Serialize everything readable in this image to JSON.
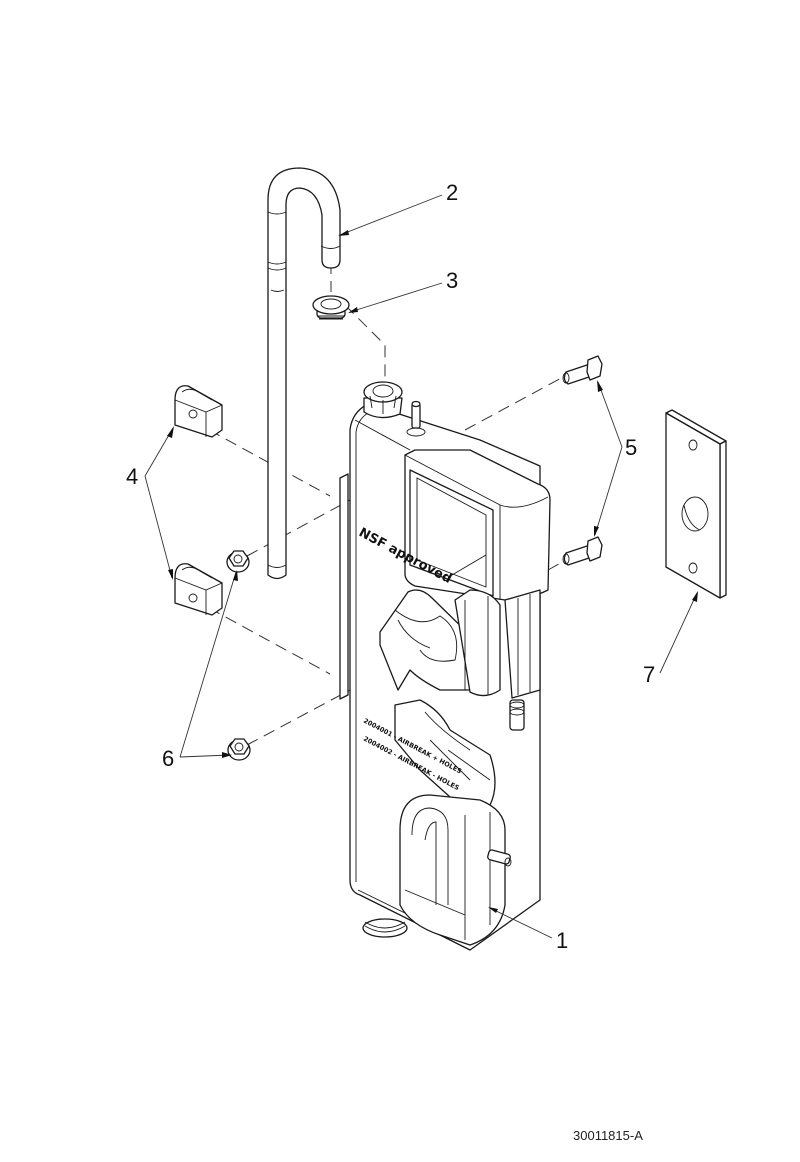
{
  "drawing": {
    "type": "exploded-parts-diagram",
    "document_number": "30011815-A",
    "embossed_text": {
      "certification": "NSF approved",
      "line_1": "2004001 - AIRBREAK + HOLES",
      "line_2": "2004002 - AIRBREAK - HOLES"
    },
    "callouts": [
      {
        "id": "1",
        "label": "1",
        "part": "airbreak-body"
      },
      {
        "id": "2",
        "label": "2",
        "part": "drain-tube"
      },
      {
        "id": "3",
        "label": "3",
        "part": "grommet"
      },
      {
        "id": "4",
        "label": "4",
        "part": "tube-clamp"
      },
      {
        "id": "5",
        "label": "5",
        "part": "screw"
      },
      {
        "id": "6",
        "label": "6",
        "part": "flange-nut"
      },
      {
        "id": "7",
        "label": "7",
        "part": "mounting-plate"
      }
    ]
  }
}
